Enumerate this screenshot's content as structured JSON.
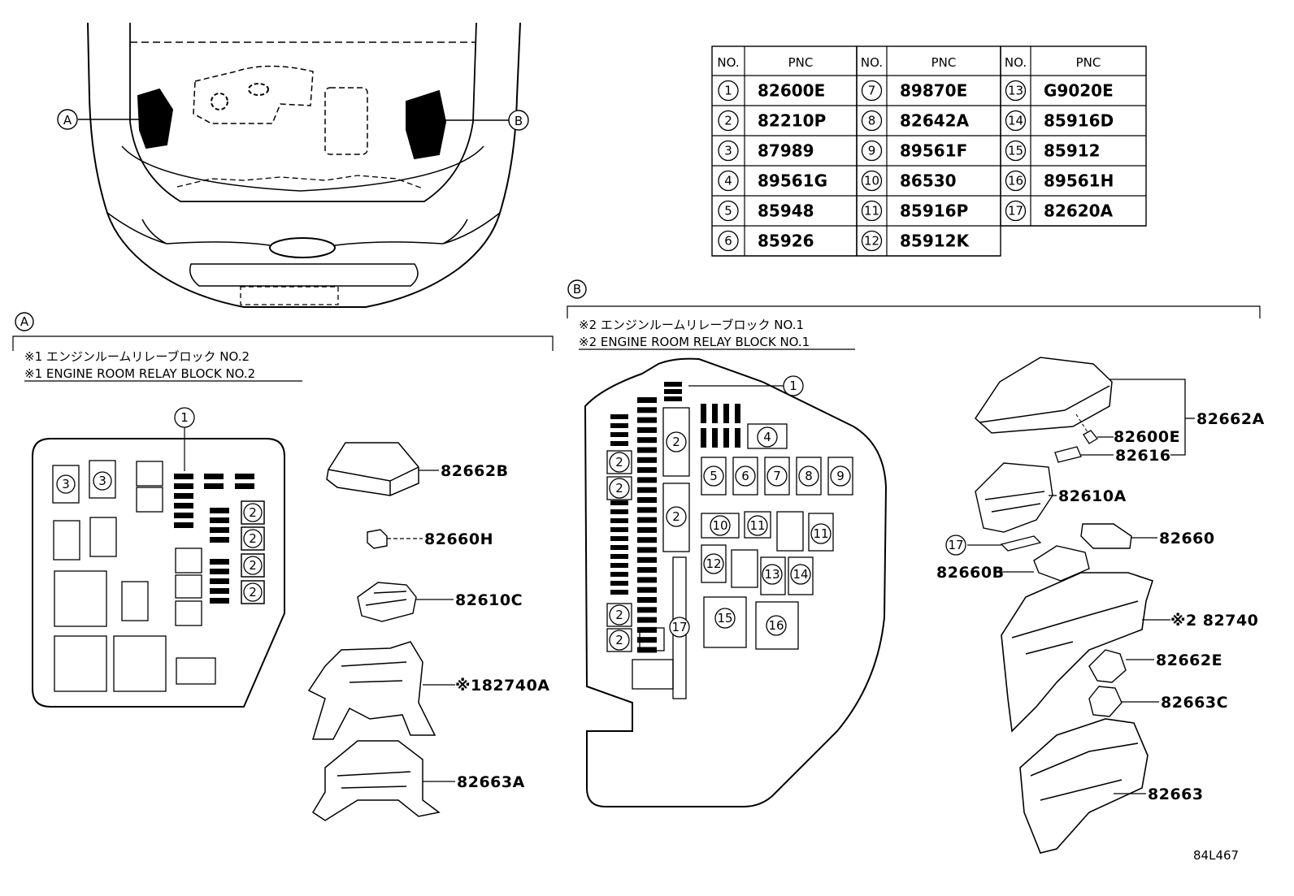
{
  "diagram_id": "84L467",
  "callouts": {
    "a": "A",
    "b": "B"
  },
  "pnc_table": {
    "col_no": "NO.",
    "col_pnc": "PNC",
    "rows": [
      {
        "no": "1",
        "pnc": "82600E"
      },
      {
        "no": "2",
        "pnc": "82210P"
      },
      {
        "no": "3",
        "pnc": "87989"
      },
      {
        "no": "4",
        "pnc": "89561G"
      },
      {
        "no": "5",
        "pnc": "85948"
      },
      {
        "no": "6",
        "pnc": "85926"
      },
      {
        "no": "7",
        "pnc": "89870E"
      },
      {
        "no": "8",
        "pnc": "82642A"
      },
      {
        "no": "9",
        "pnc": "89561F"
      },
      {
        "no": "10",
        "pnc": "86530"
      },
      {
        "no": "11",
        "pnc": "85916P"
      },
      {
        "no": "12",
        "pnc": "85912K"
      },
      {
        "no": "13",
        "pnc": "G9020E"
      },
      {
        "no": "14",
        "pnc": "85916D"
      },
      {
        "no": "15",
        "pnc": "85912"
      },
      {
        "no": "16",
        "pnc": "89561H"
      },
      {
        "no": "17",
        "pnc": "82620A"
      }
    ]
  },
  "section_a": {
    "label": "A",
    "caption_jp": "※1 エンジンルームリレーブロック NO.2",
    "caption_en": "※1 ENGINE ROOM RELAY BLOCK NO.2",
    "parts": [
      {
        "pnc": "82662B"
      },
      {
        "pnc": "82660H"
      },
      {
        "pnc": "82610C"
      },
      {
        "pnc": "※182740A"
      },
      {
        "pnc": "82663A"
      }
    ]
  },
  "section_b": {
    "label": "B",
    "caption_jp": "※2 エンジンルームリレーブロック NO.1",
    "caption_en": "※2 ENGINE ROOM RELAY BLOCK NO.1",
    "parts": [
      {
        "pnc": "82662A"
      },
      {
        "pnc": "82600E"
      },
      {
        "pnc": "82616"
      },
      {
        "pnc": "82610A"
      },
      {
        "pnc": "82660"
      },
      {
        "pnc": "82660B"
      },
      {
        "pnc": "※2 82740"
      },
      {
        "pnc": "82662E"
      },
      {
        "pnc": "82663C"
      },
      {
        "pnc": "82663"
      }
    ]
  }
}
